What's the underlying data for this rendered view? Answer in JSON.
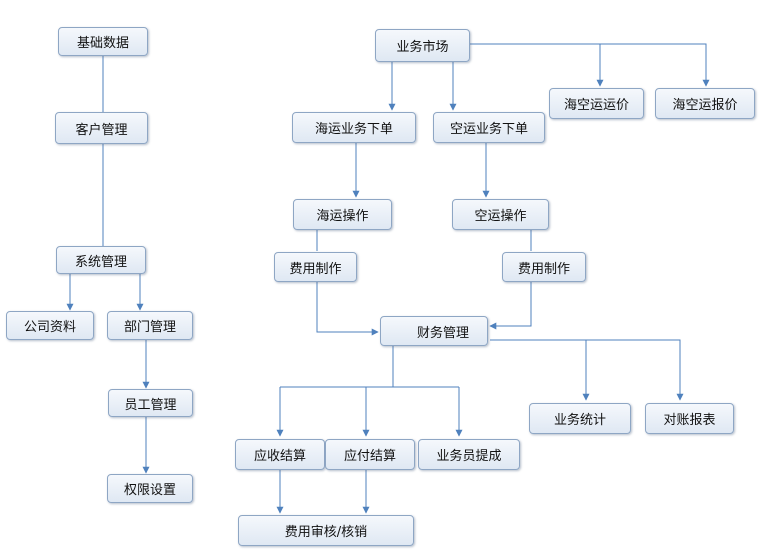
{
  "colors": {
    "line": "#4f81bd",
    "node_border": "#8ea6c4"
  },
  "nodes": {
    "jichushuju": "基础数据",
    "kehuguanli": "客户管理",
    "xitongguanli": "系统管理",
    "gongsiziliao": "公司资料",
    "bumenguanli": "部门管理",
    "yuangongguanli": "员工管理",
    "quanxianshezhi": "权限设置",
    "yewushichang": "业务市场",
    "haiyunxiadan": "海运业务下单",
    "kongyunxiadan": "空运业务下单",
    "haikongyunyunjia": "海空运运价",
    "haikongyunbaojia": "海空运报价",
    "haiyuncaozuo": "海运操作",
    "kongyuncaozuo": "空运操作",
    "feiyongzhizuo_hai": "费用制作",
    "feiyongzhizuo_kong": "费用制作",
    "caiwuguanli": "财务管理",
    "yewutongji": "业务统计",
    "duizhangbaobiao": "对账报表",
    "yingshoujiesuan": "应收结算",
    "yingfujiesuan": "应付结算",
    "yewuyuanticheng": "业务员提成",
    "feiyongshenhe": "费用审核/核销"
  }
}
